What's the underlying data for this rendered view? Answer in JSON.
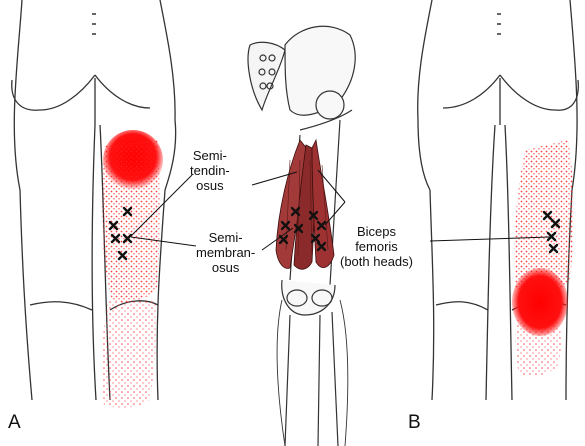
{
  "panels": {
    "left": {
      "letter": "A"
    },
    "right": {
      "letter": "B"
    }
  },
  "labels": {
    "semitendinosus": [
      "Semi-",
      "tendin-",
      "osus"
    ],
    "semimembranosus": [
      "Semi-",
      "membran-",
      "osus"
    ],
    "biceps_femoris": [
      "Biceps",
      "femoris",
      "(both heads)"
    ]
  },
  "colors": {
    "pain_zone": "#ff1a1a",
    "muscle": "#8b2a2a",
    "outline": "#333333"
  },
  "icons": {
    "trigger_point": "x-mark-icon"
  }
}
